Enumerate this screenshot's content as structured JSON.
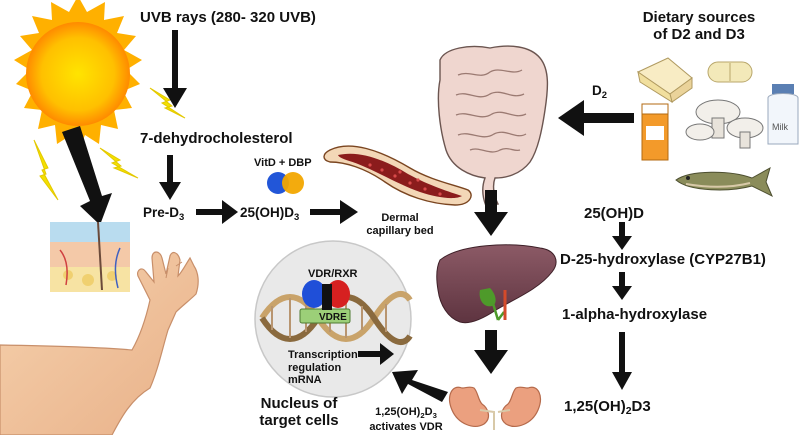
{
  "labels": {
    "uvb": "UVB rays (280- 320 UVB)",
    "dietary_line1": "Dietary sources",
    "dietary_line2": "of D2 and D3",
    "dhc": "7-dehydrocholesterol",
    "pred_main": "Pre-D",
    "pred_sub": "3",
    "ohd3_main": "25(OH)D",
    "ohd3_sub": "3",
    "vitd_dbp": "VitD + DBP",
    "dermal_line1": "Dermal",
    "dermal_line2": "capillary bed",
    "d2_main": "D",
    "d2_sub": "2",
    "ohd": "25(OH)D",
    "cyp": "D-25-hydroxylase (CYP27B1)",
    "alpha": "1-alpha-hydroxylase",
    "final_a": "1,25(OH)",
    "final_sub": "2",
    "final_b": "D3",
    "vdr_rxr": "VDR/RXR",
    "vdre": "VDRE",
    "trans_line1": "Transcription",
    "trans_line2": "regulation",
    "trans_line3": "mRNA",
    "nucleus_line1": "Nucleus of",
    "nucleus_line2": "target cells",
    "act_a": "1,25(OH)",
    "act_sub": "2",
    "act_b": "D",
    "act_sub2": "3",
    "act_line2": "activates VDR",
    "milk": "Milk"
  },
  "colors": {
    "arrow": "#111111",
    "sun_core": "#f5c400",
    "sun_edge": "#ff9800",
    "lightning": "#f3e000",
    "skin": "#f0c8a0",
    "liver": "#7b4a55",
    "kidney": "#e8a080",
    "intestine": "#efd6cf",
    "vdr": "#1f4fd8",
    "rxr": "#d62020",
    "vdre_box": "#9ccf78"
  }
}
